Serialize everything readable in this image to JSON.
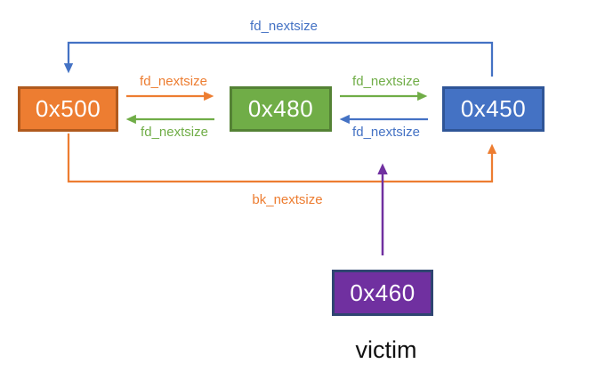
{
  "diagram": {
    "nodes": [
      {
        "label": "0x500",
        "fill": "#ED7D31",
        "border": "#B05A1E"
      },
      {
        "label": "0x480",
        "fill": "#70AD47",
        "border": "#548235"
      },
      {
        "label": "0x450",
        "fill": "#4472C4",
        "border": "#2F5597"
      },
      {
        "label": "0x460",
        "fill": "#7030A0",
        "border": "#2F4571"
      }
    ],
    "edges": [
      {
        "from": "0x450",
        "to": "0x500",
        "label": "fd_nextsize",
        "color": "#4472C4",
        "route": "over-top"
      },
      {
        "from": "0x500",
        "to": "0x480",
        "label": "fd_nextsize",
        "color": "#ED7D31",
        "route": "direct-right"
      },
      {
        "from": "0x480",
        "to": "0x500",
        "label": "fd_nextsize",
        "color": "#70AD47",
        "route": "direct-left"
      },
      {
        "from": "0x480",
        "to": "0x450",
        "label": "fd_nextsize",
        "color": "#70AD47",
        "route": "direct-right"
      },
      {
        "from": "0x450",
        "to": "0x480",
        "label": "fd_nextsize",
        "color": "#4472C4",
        "route": "direct-left"
      },
      {
        "from": "0x500",
        "to": "0x450",
        "label": "bk_nextsize",
        "color": "#ED7D31",
        "route": "under-bottom"
      },
      {
        "from": "0x460",
        "to": "gap between 0x480 and 0x450",
        "label": "",
        "color": "#7030A0",
        "route": "up"
      }
    ],
    "caption": "victim",
    "colors": {
      "blue": "#4472C4",
      "orange": "#ED7D31",
      "green": "#70AD47",
      "purple": "#7030A0",
      "caption_text": "#111111",
      "node_text": "#FFFFFF",
      "background": "#FFFFFF"
    }
  }
}
